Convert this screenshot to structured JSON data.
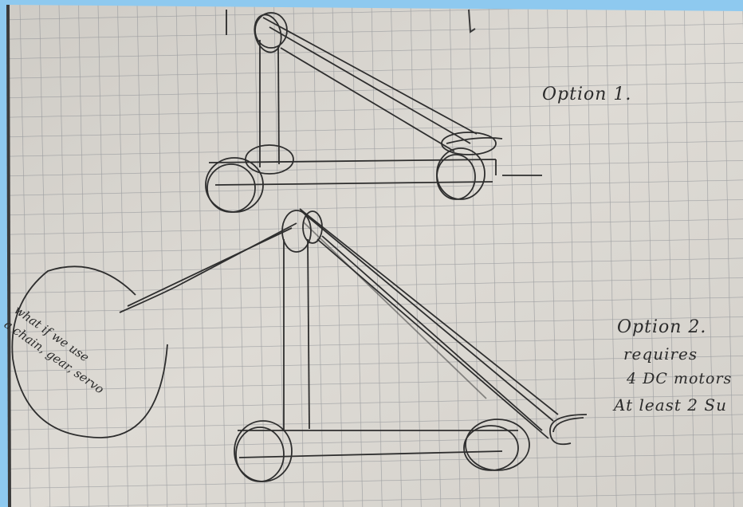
{
  "sketch": {
    "option1_label": "Option 1.",
    "option2_label": "Option 2.",
    "option2_notes": [
      "requires",
      "4 DC motors",
      "At least 2 Su"
    ],
    "bubble_lines": [
      "what if we use",
      "a chain, gear, servo"
    ]
  },
  "colors": {
    "paper": "#d9d6d0",
    "grid": "#8a8d92",
    "pencil": "#2e2e2e",
    "background": "#8ec9ef"
  }
}
